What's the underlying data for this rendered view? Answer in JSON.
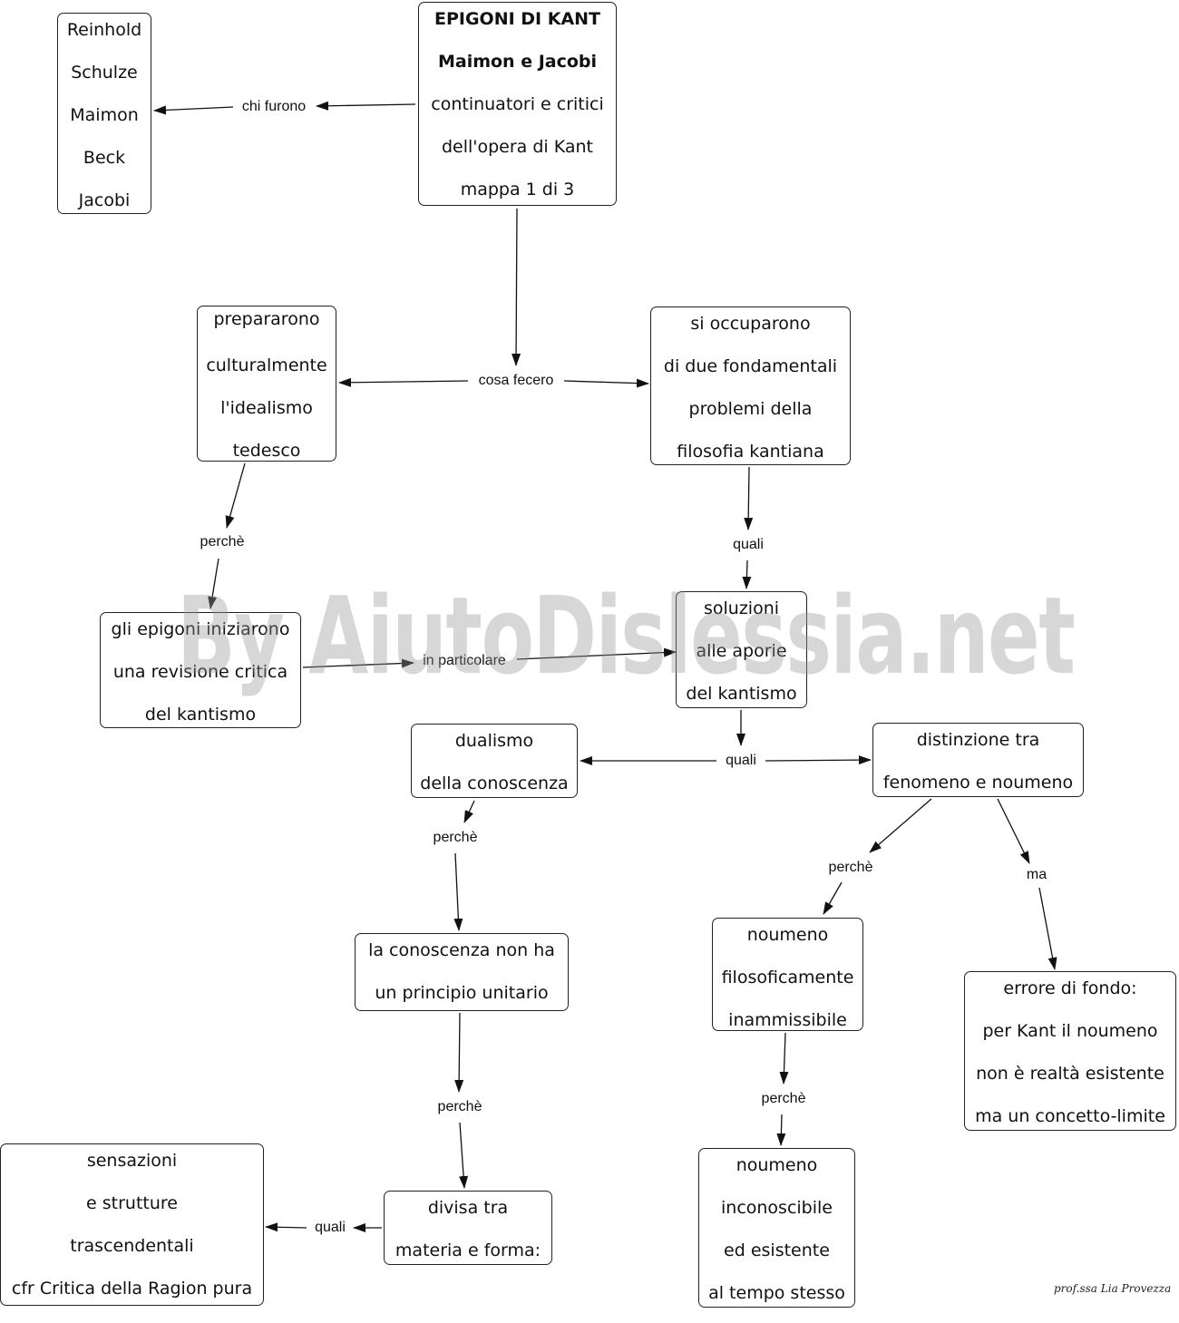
{
  "nodes": {
    "title": [
      "EPIGONI DI KANT",
      "Maimon e Jacobi",
      "continuatori e critici",
      "dell'opera di Kant",
      "mappa 1 di 3"
    ],
    "names": [
      "Reinhold",
      "Schulze",
      "Maimon",
      "Beck",
      "Jacobi"
    ],
    "prepared": [
      "prepararono",
      "culturalmente",
      "l'idealismo",
      "tedesco"
    ],
    "occupied": [
      "si occuparono",
      "di due fondamentali",
      "problemi della",
      "filosofia kantiana"
    ],
    "revision": [
      "gli epigoni iniziarono",
      "una revisione critica",
      "del kantismo"
    ],
    "solutions": [
      "soluzioni",
      "alle aporie",
      "del kantismo"
    ],
    "dualism": [
      "dualismo",
      "della conoscenza"
    ],
    "distinction": [
      "distinzione tra",
      "fenomeno e noumeno"
    ],
    "no_principle": [
      "la conoscenza non ha",
      "un principio unitario"
    ],
    "noumeno_inadmissible": [
      "noumeno",
      "filosoficamente",
      "inammissibile"
    ],
    "error": [
      "errore di fondo:",
      "per Kant il noumeno",
      "non è realtà esistente",
      "ma un concetto-limite"
    ],
    "divided": [
      "divisa tra",
      "materia e forma:"
    ],
    "sensations": [
      "sensazioni",
      "e strutture",
      "trascendentali",
      "cfr Critica della Ragion pura"
    ],
    "noumeno_unknowable": [
      "noumeno",
      "inconoscibile",
      "ed esistente",
      "al tempo stesso"
    ]
  },
  "labels": {
    "chi_furono": "chi furono",
    "cosa_fecero": "cosa fecero",
    "perche_1": "perchè",
    "quali_1": "quali",
    "in_particolare": "in particolare",
    "quali_2": "quali",
    "perche_2": "perchè",
    "perche_3": "perchè",
    "ma": "ma",
    "perche_4": "perchè",
    "perche_5": "perchè",
    "quali_3": "quali"
  },
  "watermark": "By AiutoDislessia.net",
  "signature": "prof.ssa Lia Provezza",
  "colors": {
    "line": "#111111",
    "watermark": "#9a9a9a"
  }
}
